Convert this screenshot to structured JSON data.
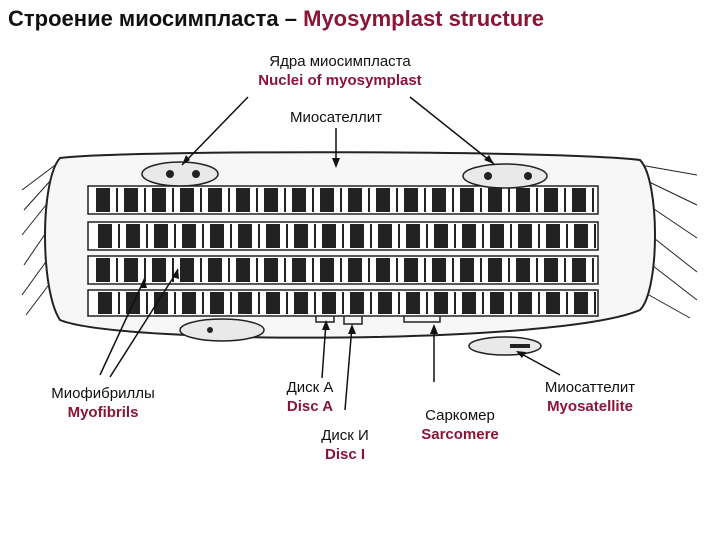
{
  "title": {
    "ru": "Строение миосимпласта – ",
    "en": "Myosymplast structure"
  },
  "labels": {
    "nuclei": {
      "ru": "Ядра  миосимпласта",
      "en": "Nuclei of myosymplast"
    },
    "miosatellite_top": {
      "ru": "Миосателлит"
    },
    "myofibrils": {
      "ru": "Миофибриллы",
      "en": "Myofibrils"
    },
    "disc_a": {
      "ru": "Диск А",
      "en": "Disc A"
    },
    "disc_i": {
      "ru": "Диск И",
      "en": "Disc I"
    },
    "sarcomere": {
      "ru": "Саркомер",
      "en": "Sarcomere"
    },
    "myosatellite_bottom": {
      "ru": "Миосаттелит",
      "en": "Myosatellite"
    }
  },
  "colors": {
    "english_text": "#8a1538",
    "line": "#111111"
  }
}
